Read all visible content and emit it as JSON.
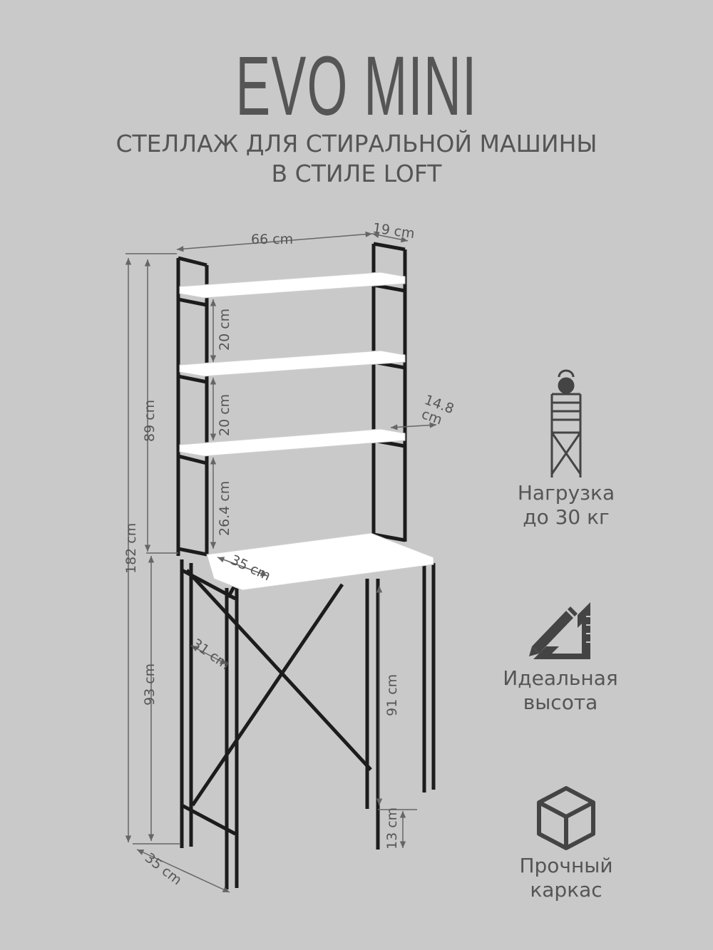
{
  "header": {
    "title": "EVO MINI",
    "subtitle_line1": "СТЕЛЛАЖ ДЛЯ СТИРАЛЬНОЙ МАШИНЫ",
    "subtitle_line2": "В СТИЛЕ LOFT"
  },
  "dimensions": {
    "width_top": "66 cm",
    "depth_top": "19 cm",
    "shelf_gap_1": "20 cm",
    "shelf_gap_2": "20 cm",
    "shelf_depth": "14.8",
    "shelf_depth_unit": "cm",
    "shelf_gap_3": "26.4 cm",
    "upper_height": "89 cm",
    "total_height": "182 cm",
    "desk_depth": "35 cm",
    "cross_width": "31 cm",
    "lower_height": "93 cm",
    "clear_height": "91 cm",
    "foot_height": "13 cm",
    "base_depth": "35 cm"
  },
  "features": [
    {
      "icon": "kettlebell-rack-icon",
      "line1": "Нагрузка",
      "line2": "до 30 кг"
    },
    {
      "icon": "pencil-triangle-icon",
      "line1": "Идеальная",
      "line2": "высота"
    },
    {
      "icon": "cube-icon",
      "line1": "Прочный",
      "line2": "каркас"
    }
  ],
  "colors": {
    "background": "#c9c9c9",
    "frame": "#1c1c1c",
    "shelf": "#ffffff",
    "text": "#555555",
    "dimension": "#666666"
  }
}
